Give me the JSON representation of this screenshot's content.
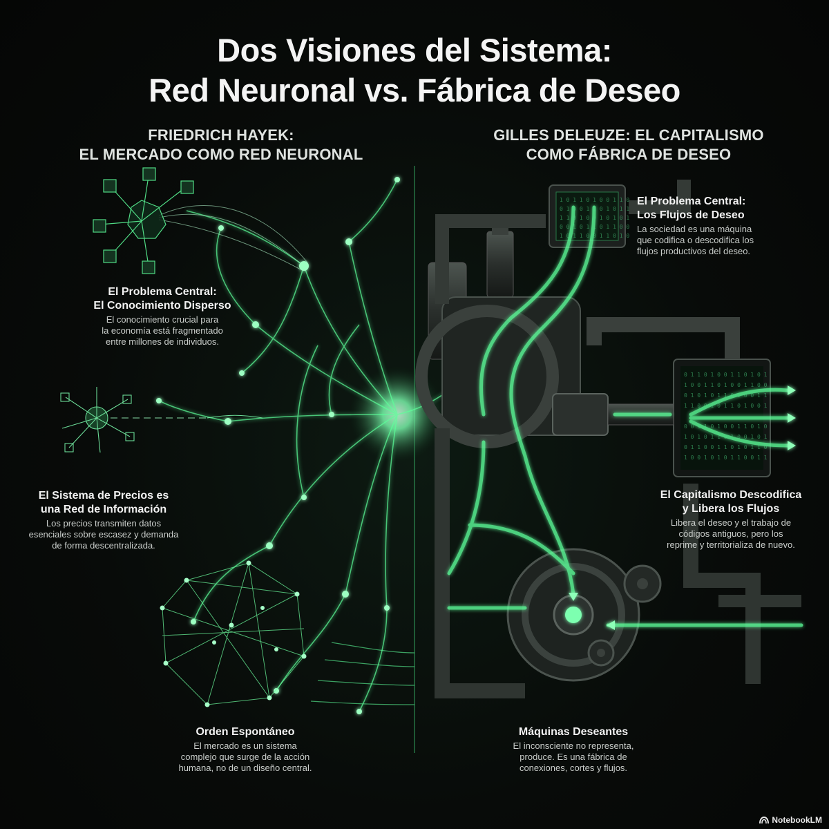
{
  "title": {
    "line1": "Dos Visiones del Sistema:",
    "line2": "Red Neuronal vs. Fábrica de Deseo"
  },
  "left": {
    "heading_line1": "FRIEDRICH HAYEK:",
    "heading_line2": "EL MERCADO COMO RED NEURONAL",
    "blocks": [
      {
        "title_lines": [
          "El Problema Central:",
          "El Conocimiento Disperso"
        ],
        "body_lines": [
          "El conocimiento crucial para",
          "la economía está fragmentado",
          "entre millones de individuos."
        ]
      },
      {
        "title_lines": [
          "El Sistema de Precios es",
          "una Red de Información"
        ],
        "body_lines": [
          "Los precios transmiten datos",
          "esenciales sobre escasez y demanda",
          "de forma descentralizada."
        ]
      },
      {
        "title_lines": [
          "Orden Espontáneo"
        ],
        "body_lines": [
          "El mercado es un sistema",
          "complejo que surge de la acción",
          "humana, no de un diseño central."
        ]
      }
    ]
  },
  "right": {
    "heading_line1": "GILLES DELEUZE: EL CAPITALISMO",
    "heading_line2": "COMO FÁBRICA DE DESEO",
    "blocks": [
      {
        "title_lines": [
          "El Problema Central:",
          "Los Flujos de Deseo"
        ],
        "body_lines": [
          "La sociedad es una máquina",
          "que codifica o descodifica los",
          "flujos productivos del deseo."
        ]
      },
      {
        "title_lines": [
          "El Capitalismo Descodifica",
          "y Libera los Flujos"
        ],
        "body_lines": [
          "Libera el deseo y el trabajo de",
          "códigos antiguos, pero los",
          "reprime y territorializa de nuevo."
        ]
      },
      {
        "title_lines": [
          "Máquinas Deseantes"
        ],
        "body_lines": [
          "El inconsciente no representa,",
          "produce. Es una fábrica de",
          "conexiones, cortes y flujos."
        ]
      }
    ]
  },
  "brand": {
    "label": "NotebookLM",
    "icon": "notebooklm-logo-icon"
  },
  "colors": {
    "background": "#070908",
    "glow_green": "#5dff9a",
    "mid_green": "#2fbf6a",
    "metal": "#3a403c",
    "text": "#f2f2f2"
  }
}
